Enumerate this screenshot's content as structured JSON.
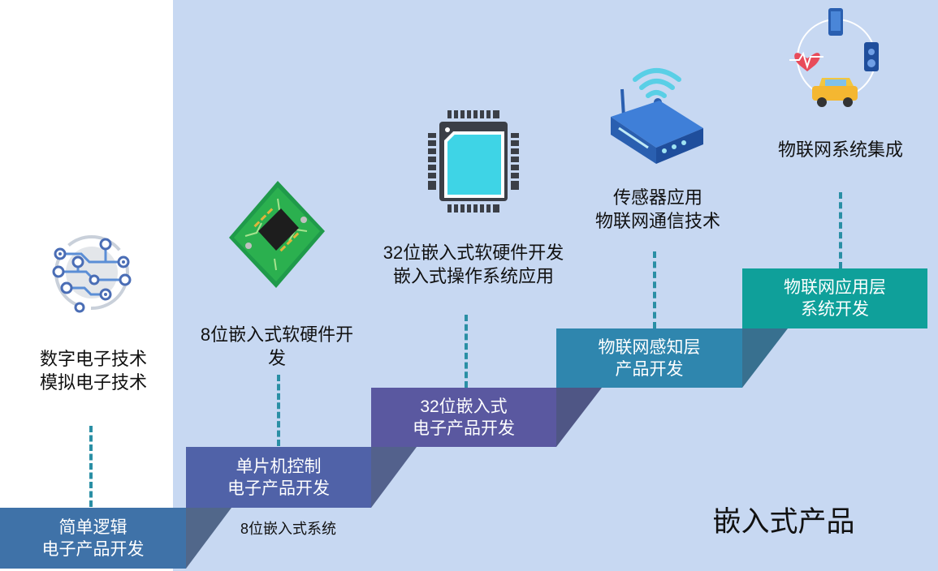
{
  "steps": [
    {
      "line1": "简单逻辑",
      "line2": "电子产品开发",
      "color": "#3f72a8"
    },
    {
      "line1": "单片机控制",
      "line2": "电子产品开发",
      "color": "#5062a8"
    },
    {
      "line1": "32位嵌入式",
      "line2": "电子产品开发",
      "color": "#5a58a0"
    },
    {
      "line1": "物联网感知层",
      "line2": "产品开发",
      "color": "#2f86ae"
    },
    {
      "line1": "物联网应用层",
      "line2": "系统开发",
      "color": "#0fa09a"
    }
  ],
  "labels": [
    {
      "line1": "数字电子技术",
      "line2": "模拟电子技术"
    },
    {
      "line1": "8位嵌入式软硬件开",
      "line2": "发"
    },
    {
      "line1": "32位嵌入式软硬件开发",
      "line2": "嵌入式操作系统应用"
    },
    {
      "line1": "传感器应用",
      "line2": "物联网通信技术"
    },
    {
      "line1": "物联网系统集成"
    }
  ],
  "sub_label": "8位嵌入式系统",
  "corner_label": "嵌入式产品",
  "icons": [
    "circuit-icon",
    "pcb-chip-icon",
    "processor-chip-icon",
    "wifi-router-icon",
    "iot-devices-icon"
  ]
}
